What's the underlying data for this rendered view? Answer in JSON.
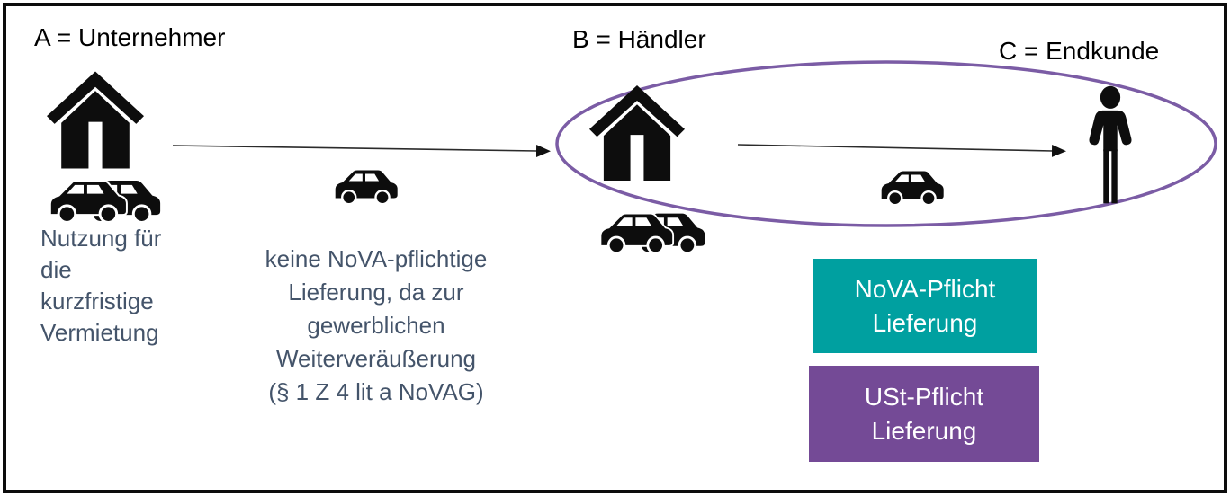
{
  "diagram": {
    "title": "NoVA supply-chain diagram",
    "actors": {
      "a": {
        "label": "A = Unternehmer",
        "note": "Nutzung für\ndie\nkurzfristige\nVermietung",
        "icons": [
          "house-icon",
          "cars-pair-icon"
        ]
      },
      "b": {
        "label": "B = Händler",
        "icons": [
          "house-icon",
          "cars-pair-icon"
        ]
      },
      "c": {
        "label": "C = Endkunde",
        "icons": [
          "person-icon"
        ]
      }
    },
    "flows": {
      "a_to_b": {
        "icon": "car-icon",
        "arrow": "arrow-right-icon",
        "note": "keine NoVA-pflichtige\nLieferung, da zur\ngewerblichen\nWeiterveräußerung\n(§ 1 Z 4 lit a NoVAG)"
      },
      "b_to_c": {
        "icon": "car-icon",
        "arrow": "arrow-right-icon"
      }
    },
    "highlight_ellipse": {
      "description": "purple ellipse enclosing B and C",
      "stroke_color": "#7B5CA5"
    },
    "legend": [
      {
        "id": "nova",
        "label": "NoVA-Pflicht\nLieferung",
        "color": "#00A0A0",
        "text_color": "#ffffff"
      },
      {
        "id": "ust",
        "label": "USt-Pflicht\nLieferung",
        "color": "#744A96",
        "text_color": "#ffffff"
      }
    ],
    "colors": {
      "note_text": "#44546A",
      "title_text": "#000000",
      "icon_fill": "#0d0d0d",
      "arrow": "#2b2b2b",
      "frame_border": "#0c0c0c",
      "background": "#ffffff"
    }
  }
}
